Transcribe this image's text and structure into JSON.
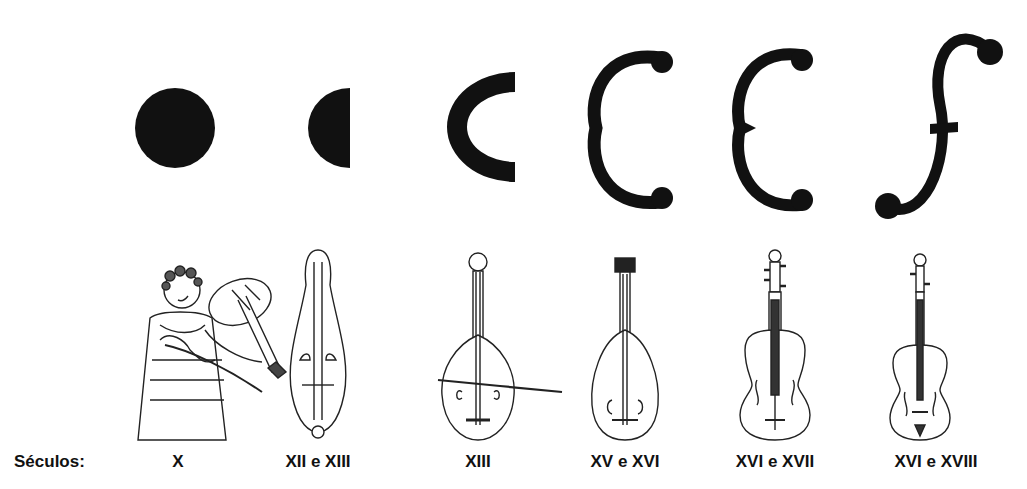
{
  "diagram": {
    "labels": [
      "Séculos:",
      "X",
      "XII e XIII",
      "XIII",
      "XV e XVI",
      "XVI e XVII",
      "XVI e XVIII"
    ]
  }
}
